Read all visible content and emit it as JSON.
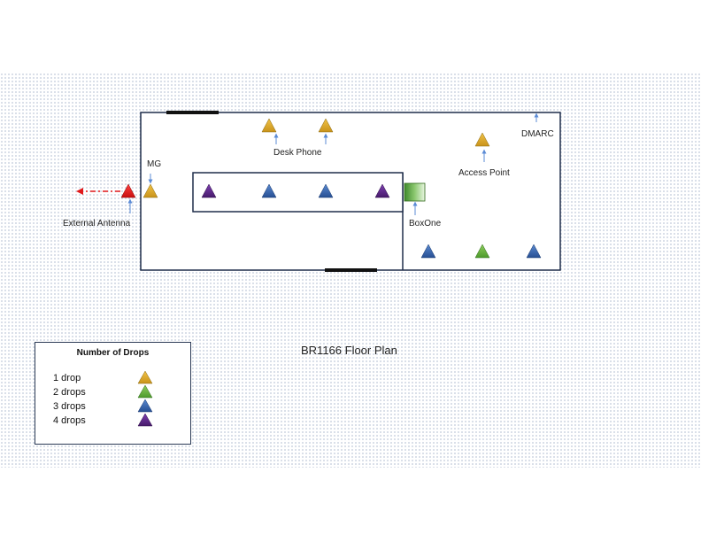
{
  "title": "BR1166 Floor Plan",
  "labels": {
    "mg": "MG",
    "desk_phone": "Desk Phone",
    "access_point": "Access Point",
    "dmarc": "DMARC",
    "external_antenna": "External Antenna",
    "boxone": "BoxOne"
  },
  "legend": {
    "title": "Number of Drops",
    "items": [
      {
        "label": "1 drop",
        "color": "#d6a21e"
      },
      {
        "label": "2 drops",
        "color": "#6aae3c"
      },
      {
        "label": "3 drops",
        "color": "#3564ad"
      },
      {
        "label": "4 drops",
        "color": "#5a2483"
      }
    ]
  },
  "colors": {
    "wall": "#1f2d4a",
    "arrow": "#5b8bd6",
    "external_arrow": "#e0191b",
    "antenna": "#e0191b",
    "boxone": "#6aae3c"
  }
}
